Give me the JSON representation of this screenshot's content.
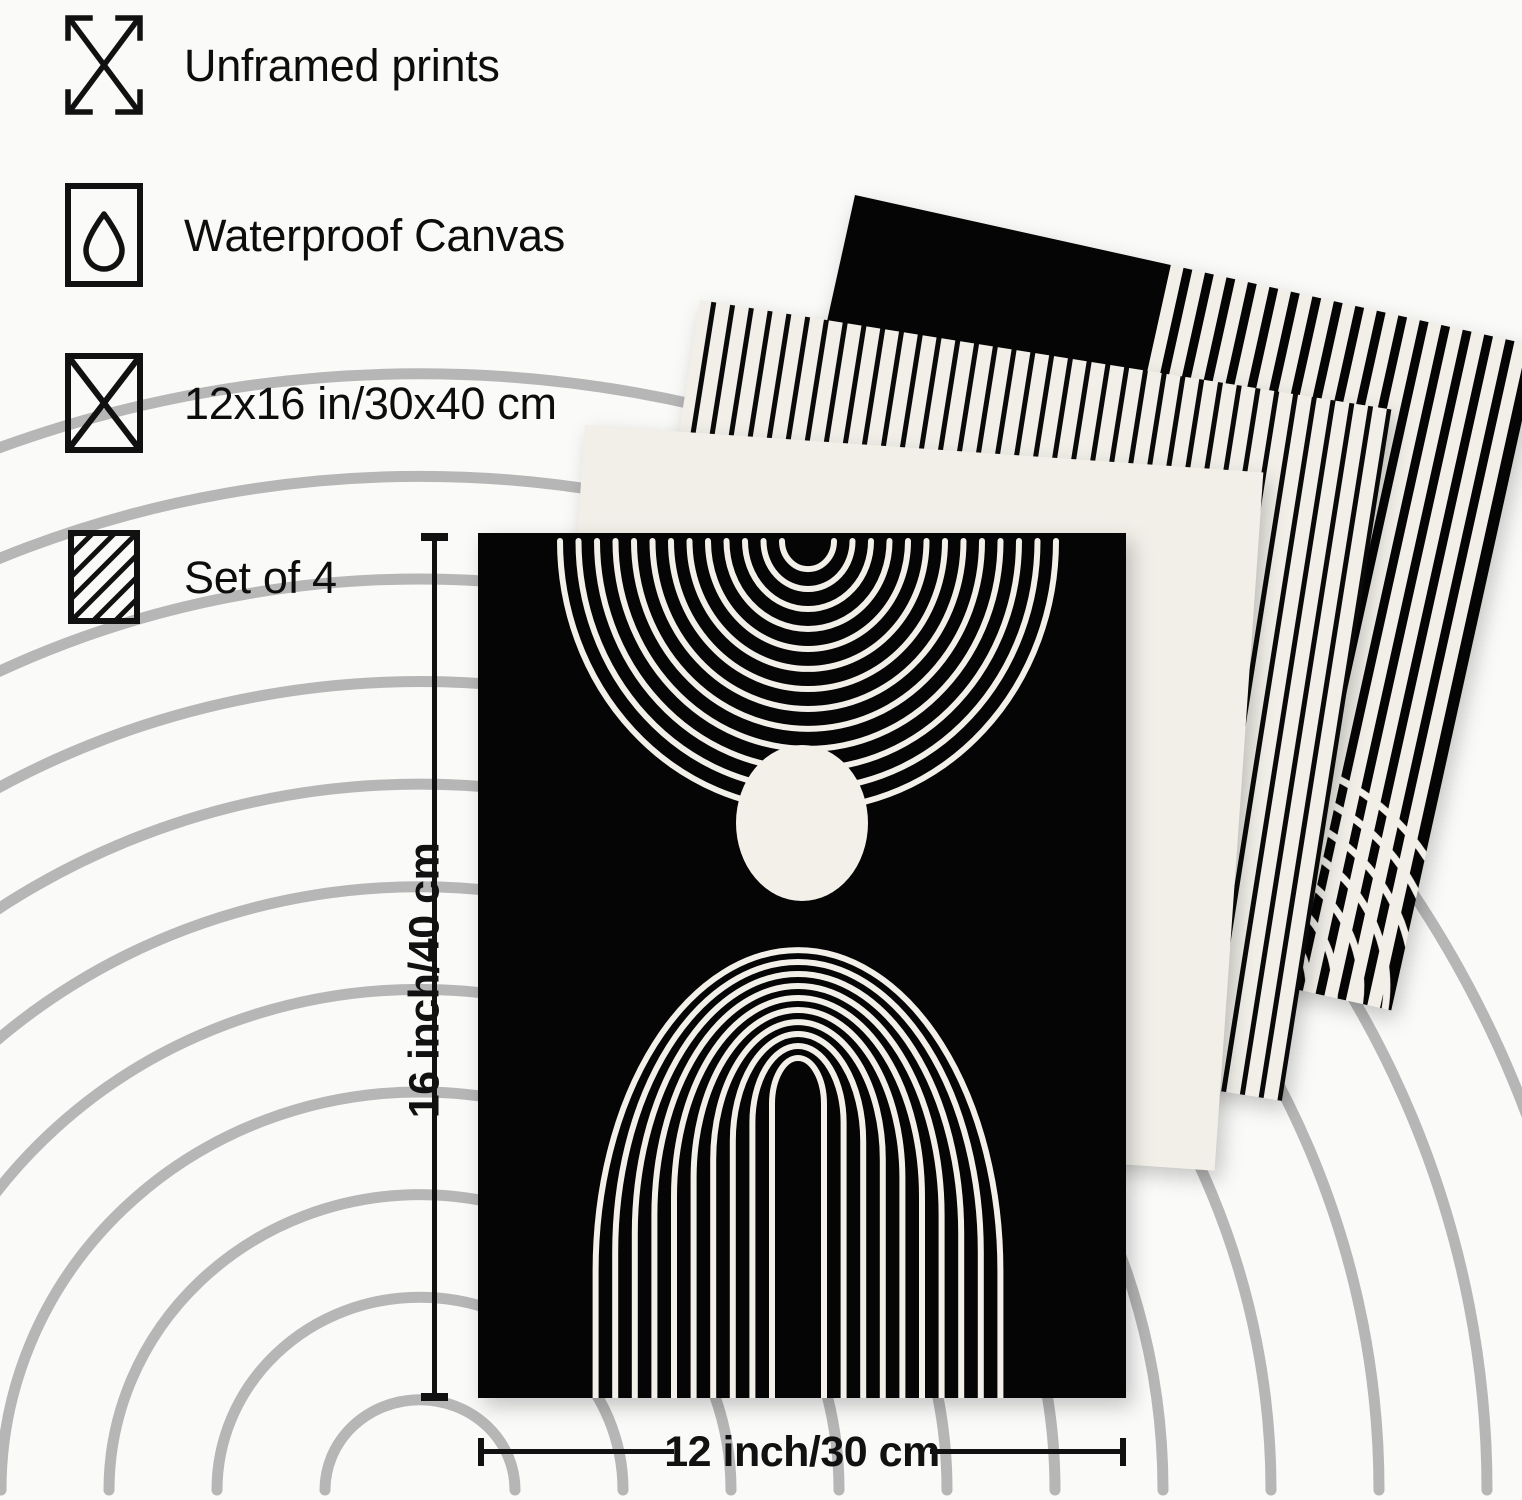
{
  "page": {
    "background_color": "#FAFAF8",
    "ink_color": "#111111",
    "print_black": "#050505",
    "print_cream": "#F1EFE8",
    "decor_gray": "#B6B6B6"
  },
  "features": [
    {
      "icon": "expand-arrows-in-corners-icon",
      "label": "Unframed prints"
    },
    {
      "icon": "water-droplet-in-rectangle-icon",
      "label": "Waterproof  Canvas"
    },
    {
      "icon": "crossed-rectangle-icon",
      "label": "12x16 in/30x40 cm"
    },
    {
      "icon": "hatched-rectangle-icon",
      "label": "Set of 4"
    }
  ],
  "dimensions": {
    "height_label": "16 inch/40 cm",
    "width_label": "12 inch/30 cm"
  },
  "artwork": {
    "front_print": {
      "name": "arch-and-sun-print",
      "background": "#050505",
      "line_color": "#F2F0E9",
      "elements": [
        {
          "shape": "nested-semicircle-arcs-top",
          "count": 13
        },
        {
          "shape": "filled-oval-sun",
          "count": 1
        },
        {
          "shape": "nested-arch-bottom",
          "count": 10
        }
      ]
    },
    "stacked_prints": [
      {
        "name": "black-striped-print",
        "background": "#050505",
        "pattern": "vertical-stripes"
      },
      {
        "name": "cream-thin-line-print",
        "background": "#F1EFE8",
        "pattern": "thin-vertical-lines"
      },
      {
        "name": "cream-blank-print",
        "background": "#F1EFE8",
        "pattern": "plain"
      }
    ]
  },
  "decoration": {
    "name": "concentric-gray-arcs",
    "ring_count": 9,
    "color": "#B6B6B6"
  }
}
